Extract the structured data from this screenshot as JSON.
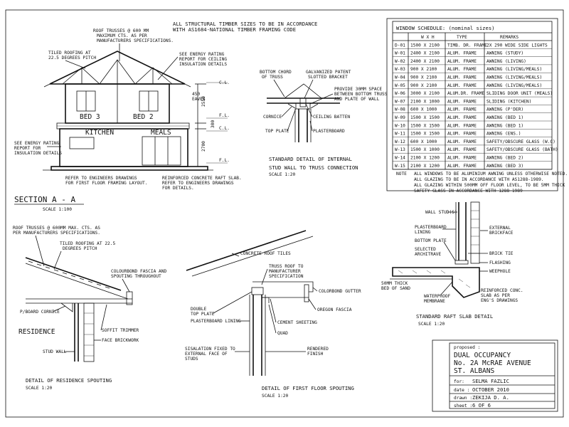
{
  "general_note": [
    "ALL STRUCTURAL TIMBER SIZES TO BE IN ACCORDANCE",
    "WITH AS1684-NATIONAL TIMBER FRAMING CODE"
  ],
  "section_aa": {
    "title": "SECTION A - A",
    "scale": "SCALE 1:100",
    "note_trusses": [
      "ROOF TRUSSES @ 600 MM",
      "MAXIMUM CTS. AS PER",
      "MANUFACTURERS SPECIFICATIONS."
    ],
    "note_roofing": [
      "TILED ROOFING AT",
      "22.5 DEGREES PITCH"
    ],
    "note_ceiling": [
      "SEE ENERGY RATING",
      "REPORT FOR CEILING",
      "INSULATION DETAILS"
    ],
    "note_insulation": [
      "SEE ENERGY RATING",
      "REPORT FOR",
      "INSULATION DETAILS"
    ],
    "note_engineer": [
      "REFER TO ENGINEERS DRAWINGS",
      "FOR FIRST FLOOR FRAMING LAYOUT."
    ],
    "note_raft": [
      "REINFORCED CONCRETE RAFT SLAB.",
      "REFER TO ENGINEERS DRAWINGS",
      "FOR DETAILS."
    ],
    "rooms": [
      "BED 3",
      "BED 2",
      "KITCHEN",
      "MEALS"
    ],
    "dims": [
      "450",
      "EAVES",
      "2550",
      "300",
      "2700"
    ],
    "levels": [
      "C.L.",
      "F.L.",
      "C.L.",
      "F.L."
    ]
  },
  "truss_detail": {
    "title": [
      "STANDARD DETAIL OF INTERNAL",
      "STUD WALL TO TRUSS CONNECTION"
    ],
    "scale": "SCALE 1:20",
    "labels": [
      "BOTTOM CHORD",
      "OF TRUSS",
      "GALVANIZED PATENT",
      "SLOTTED BRACKET",
      "PROVIDE 30MM SPACE",
      "BETWEEN BOTTOM TRUSS",
      "AND PLATE OF WALL",
      "CORNICE",
      "CEILING BATTEN",
      "TOP PLATE",
      "PLASTERBOARD"
    ]
  },
  "window_schedule": {
    "title": "WINDOW SCHEDULE: (nominal sizes)",
    "headers": [
      "",
      "W X H",
      "TYPE",
      "REMARKS"
    ],
    "rows": [
      [
        "D-01",
        "1500 X 2100",
        "TIMB. DR. FRAME",
        "2X 290 WIDE SIDE LIGHTS"
      ],
      [
        "W-01",
        "2400 X 2100",
        "ALUM. FRAME",
        "AWNING (STUDY)"
      ],
      [
        "W-02",
        "2400 X 2100",
        "ALUM. FRAME",
        "AWNING (LIVING)"
      ],
      [
        "W-03",
        "900 X 2100",
        "ALUM. FRAME",
        "AWNING (LIVING/MEALS)"
      ],
      [
        "W-04",
        "900 X 2100",
        "ALUM. FRAME",
        "AWNING (LIVING/MEALS)"
      ],
      [
        "W-05",
        "900 X 2100",
        "ALUM. FRAME",
        "AWNING (LIVING/MEALS)"
      ],
      [
        "W-06",
        "3000 X 2100",
        "ALUM.DR. FRAME",
        "SLIDING DOOR UNIT (MEALS)"
      ],
      [
        "W-07",
        "2100 X 1000",
        "ALUM. FRAME",
        "SLIDING (KITCHEN)"
      ],
      [
        "W-08",
        "600 X 1000",
        "ALUM. FRAME",
        "AWNING (P'DER)"
      ],
      [
        "W-09",
        "1500 X 1500",
        "ALUM. FRAME",
        "AWNING (BED 1)"
      ],
      [
        "W-10",
        "1500 X 1500",
        "ALUM. FRAME",
        "AWNING (BED 1)"
      ],
      [
        "W-11",
        "1500 X 1500",
        "ALUM. FRAME",
        "AWNING (ENS.)"
      ],
      [
        "W-12",
        "600 X 1000",
        "ALUM. FRAME",
        "SAFETY/OBSCURE GLASS (W.C)"
      ],
      [
        "W-13",
        "1500 X 1000",
        "ALUM. FRAME",
        "SAFETY/OBSCURE GLASS (BATH)"
      ],
      [
        "W-14",
        "2100 X 1200",
        "ALUM. FRAME",
        "AWNING (BED 2)"
      ],
      [
        "W-15",
        "2100 X 1200",
        "ALUM. FRAME",
        "AWNING (BED 3)"
      ]
    ],
    "note_label": "NOTE",
    "notes": [
      "ALL WINDOWS TO BE ALUMINIUM AWNING UNLESS OTHERWISE NOTED.",
      "ALL GLAZING TO BE IN ACCORDANCE WITH AS1288-1989.",
      "ALL GLAZING WITHIN 500MM OFF FLOOR LEVEL, TO BE 5MM THICK",
      "SAFETY GLASS IN ACCORDANCE WITH 1288-1989"
    ]
  },
  "raft_detail": {
    "title": "STANDARD RAFT SLAB DETAIL",
    "scale": "SCALE 1:20",
    "labels": [
      "WALL STUD(S)",
      "PLASTERBOARD",
      "LINING",
      "BOTTOM PLATE",
      "SELECTED",
      "ARCHITRAVE",
      "EXTERNAL",
      "BRICKFACE",
      "BRICK TIE",
      "FLASHING",
      "WEEPHOLE",
      "50MM THICK",
      "BED OF SAND",
      "WATERPROOF",
      "MEMBRANE",
      "REINFORCED CONC.",
      "SLAB AS PER",
      "ENG'S DRAWINGS"
    ]
  },
  "residence_detail": {
    "title": "DETAIL OF RESIDENCE SPOUTING",
    "scale": "SCALE 1:20",
    "labels": [
      "ROOF TRUSSES @ 600MM MAX. CTS. AS",
      "PER MANUFACTURERS SPECIFICATIONS.",
      "TILED ROOFING AT 22.5",
      "DEGREES PITCH",
      "COLOURBOND FASCIA AND",
      "SPOUTING THROUGHOUT",
      "P/BOARD CORNICE",
      "RESIDENCE",
      "SOFFIT TRIMMER",
      "FACE BRICKWORK",
      "STUD WALL"
    ]
  },
  "firstfloor_detail": {
    "title": "DETAIL OF FIRST FLOOR SPOUTING",
    "scale": "SCALE 1:20",
    "labels": [
      "CONCRETE ROOF TILES",
      "TRUSS ROOF TO",
      "MANUFACTURER",
      "SPECIFICATION",
      "COLORBOND GUTTER",
      "OREGON FASCIA",
      "DOUBLE",
      "TOP PLATE",
      "PLASTERBOARD LINING",
      "CEMENT SHEETING",
      "QUAD",
      "SISALATION FIXED TO",
      "EXTERNAL FACE OF",
      "STUDS",
      "RENDERED",
      "FINISH"
    ]
  },
  "title_block": {
    "proposed": "proposed :",
    "project": [
      "DUAL OCCUPANCY",
      "No. 2A McRAE AVENUE",
      "ST. ALBANS"
    ],
    "fields": [
      {
        "key": "for:",
        "value": "SELMA FAZLIC"
      },
      {
        "key": "date :",
        "value": "OCTOBER 2010"
      },
      {
        "key": "drawn :",
        "value": "ZEKIJA D. A."
      },
      {
        "key": "sheet :",
        "value": "6 OF 6"
      }
    ]
  }
}
